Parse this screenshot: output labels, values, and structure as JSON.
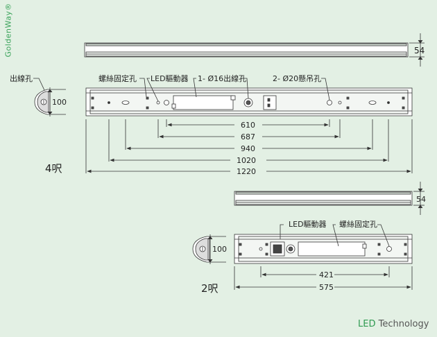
{
  "brand": {
    "vertical_text": "GoldenWay®",
    "footer_led": "LED",
    "footer_tech": " Technology"
  },
  "labels": {
    "outlet_hole": "出線孔",
    "screw_hole": "螺絲固定孔",
    "led_driver": "LED驅動器",
    "hole16": "1- Ø16出線孔",
    "hole20": "2- Ø20懸吊孔",
    "size4": "4呎",
    "size2": "2呎"
  },
  "dims4": {
    "height": "54",
    "depth": "100",
    "d610": "610",
    "d687": "687",
    "d940": "940",
    "d1020": "1020",
    "d1220": "1220"
  },
  "dims2": {
    "height": "54",
    "depth": "100",
    "d421": "421",
    "d575": "575"
  },
  "colors": {
    "background": "#e3f0e4",
    "line": "#333333",
    "brand_green": "#2e9a50"
  }
}
